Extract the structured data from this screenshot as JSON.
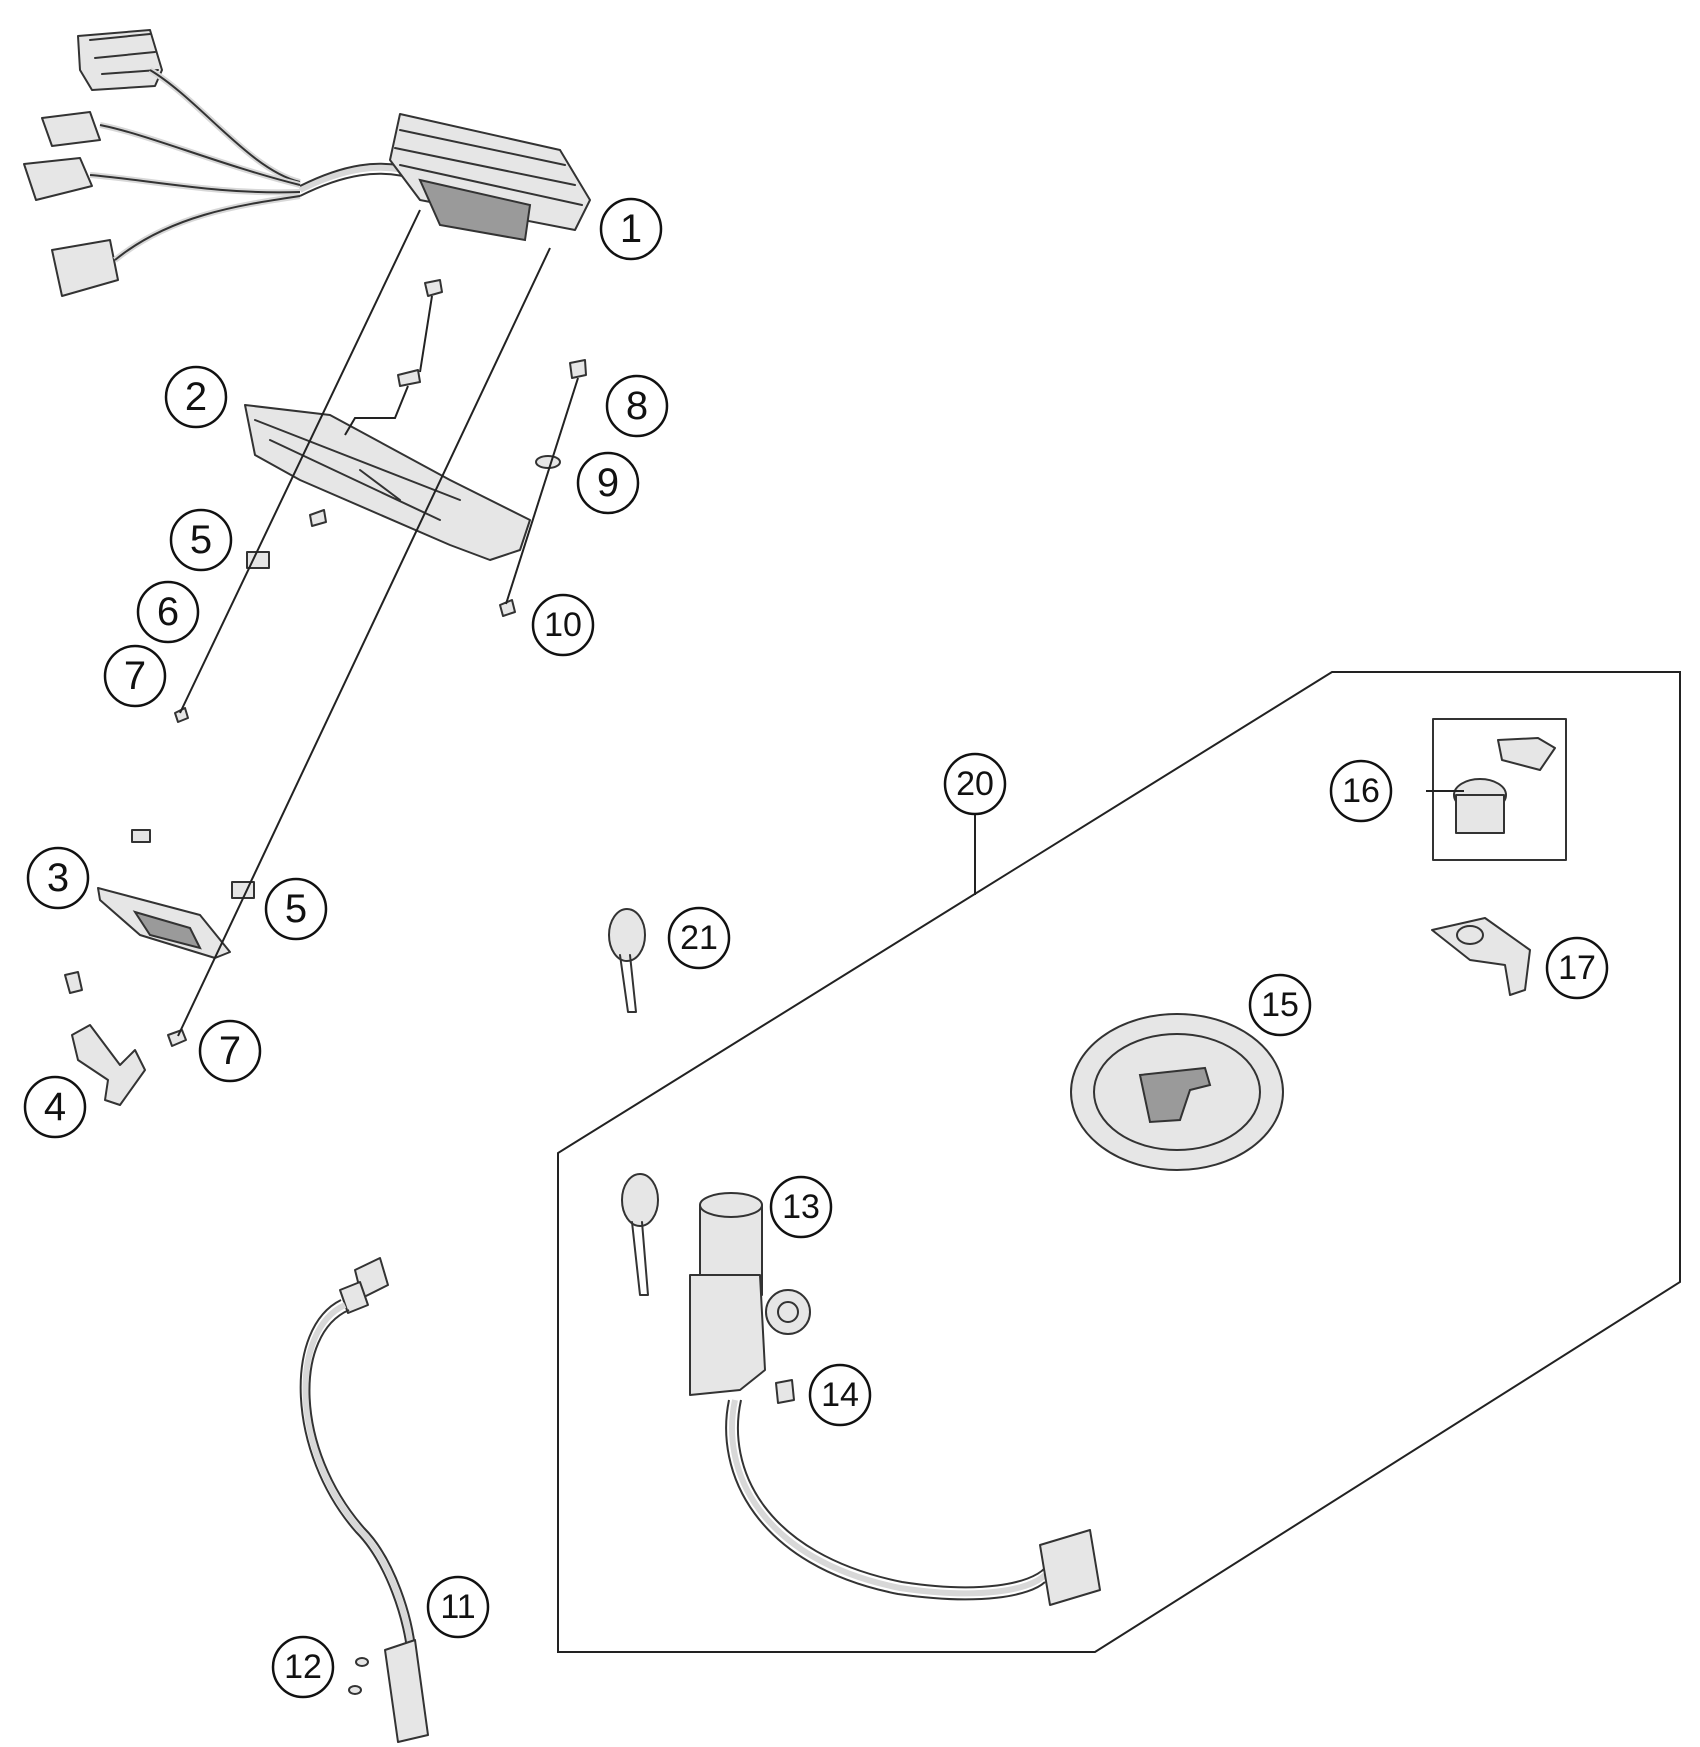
{
  "diagram": {
    "callouts": [
      {
        "id": "c1",
        "label": "1"
      },
      {
        "id": "c2",
        "label": "2"
      },
      {
        "id": "c3",
        "label": "3"
      },
      {
        "id": "c4",
        "label": "4"
      },
      {
        "id": "c5a",
        "label": "5"
      },
      {
        "id": "c5b",
        "label": "5"
      },
      {
        "id": "c6",
        "label": "6"
      },
      {
        "id": "c7a",
        "label": "7"
      },
      {
        "id": "c7b",
        "label": "7"
      },
      {
        "id": "c8",
        "label": "8"
      },
      {
        "id": "c9",
        "label": "9"
      },
      {
        "id": "c10",
        "label": "10"
      },
      {
        "id": "c11",
        "label": "11"
      },
      {
        "id": "c12",
        "label": "12"
      },
      {
        "id": "c13",
        "label": "13"
      },
      {
        "id": "c14",
        "label": "14"
      },
      {
        "id": "c15",
        "label": "15"
      },
      {
        "id": "c16",
        "label": "16"
      },
      {
        "id": "c17",
        "label": "17"
      },
      {
        "id": "c20",
        "label": "20"
      },
      {
        "id": "c21",
        "label": "21"
      }
    ]
  }
}
